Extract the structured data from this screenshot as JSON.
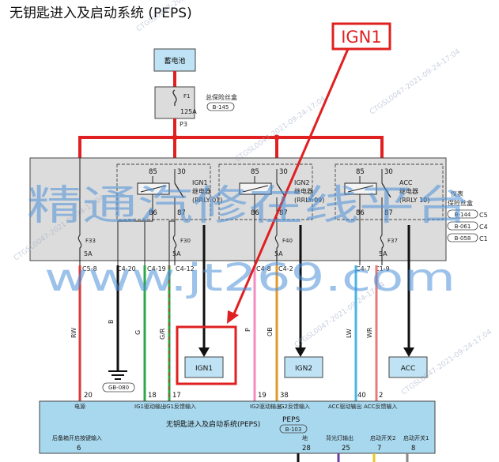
{
  "title": "无钥匙进入及启动系统 (PEPS)",
  "battery": {
    "label": "蓄电池"
  },
  "main_fuse": {
    "id": "F1",
    "rating": "125A",
    "name": "总保险丝盒",
    "ref": "B-145",
    "pin": "P3"
  },
  "fusebox": {
    "name_line1": "仪表",
    "name_line2": "保险丝盒",
    "connectors": [
      {
        "ref": "B-144",
        "code": "C5"
      },
      {
        "ref": "B-061",
        "code": "C4"
      },
      {
        "ref": "B-058",
        "code": "C1"
      }
    ]
  },
  "relays": [
    {
      "id": "ign1",
      "name": "IGN1",
      "type": "继电器",
      "code": "(RRLY 01)",
      "pin85": "85",
      "pin30": "30",
      "pin86": "86",
      "pin87": "87"
    },
    {
      "id": "ign2",
      "name": "IGN2",
      "type": "继电器",
      "code": "(RRLY 09)",
      "pin85": "85",
      "pin30": "30",
      "pin86": "86",
      "pin87": "87"
    },
    {
      "id": "acc",
      "name": "ACC",
      "type": "继电器",
      "code": "(RRLY 10)",
      "pin85": "85",
      "pin30": "30",
      "pin86": "86",
      "pin87": "87"
    }
  ],
  "fuses": [
    {
      "id": "F33",
      "rating": "5A"
    },
    {
      "id": "F30",
      "rating": "5A"
    },
    {
      "id": "F40",
      "rating": "5A"
    },
    {
      "id": "F37",
      "rating": "5A"
    }
  ],
  "wires": [
    {
      "conn": "C5-8",
      "color_code": "RW",
      "color": "#d63a3a",
      "pin": "20",
      "func": "电源"
    },
    {
      "conn": "C4-20",
      "color_code": "B",
      "color": "#111111",
      "pin": "",
      "func": ""
    },
    {
      "conn": "C4-19",
      "color_code": "G",
      "color": "#2aa84a",
      "pin": "18",
      "func": "IG1驱动输出"
    },
    {
      "conn": "C4-12",
      "color_code": "G/R",
      "color": "#2aa84a",
      "pin": "17",
      "func": "IG1反馈输入"
    },
    {
      "conn": "C4-8",
      "color_code": "P",
      "color": "#f28dc0",
      "pin": "19",
      "func": "IG2驱动输出"
    },
    {
      "conn": "C4-2",
      "color_code": "OB",
      "color": "#e09a2a",
      "pin": "38",
      "func": "IG2反馈输入"
    },
    {
      "conn": "C4-7",
      "color_code": "LW",
      "color": "#45b6e6",
      "pin": "40",
      "func": "ACC驱动输出"
    },
    {
      "conn": "C1-9",
      "color_code": "WR",
      "color": "#e87a7a",
      "pin": "2",
      "func": "ACC反馈输入"
    }
  ],
  "ground": {
    "ref": "GB-080"
  },
  "outputs": [
    {
      "label": "IGN1"
    },
    {
      "label": "IGN2"
    },
    {
      "label": "ACC"
    }
  ],
  "callout": {
    "label": "IGN1"
  },
  "module": {
    "name": "无钥匙进入及启动系统(PEPS)",
    "code": "PEPS",
    "ref": "B-103",
    "bottom_pins": [
      {
        "func": "后备箱开启按键输入",
        "pin": "6"
      },
      {
        "func": "地",
        "pin": "28"
      },
      {
        "func": "背光灯输出",
        "pin": "25"
      },
      {
        "func": "启动开关2",
        "pin": "7"
      },
      {
        "func": "启动开关1",
        "pin": "8"
      }
    ]
  },
  "watermark": {
    "cn": "精通汽修在线平台",
    "url": "www.jt269.com",
    "diag": "CTGSL0047-2021-09-24-17:04"
  },
  "colors": {
    "power": "#e02020",
    "callout": "#e02020",
    "module_fill": "#a8d8ee",
    "box_fill": "#bfe3f4",
    "fusebox_fill": "#dcdcdc"
  }
}
